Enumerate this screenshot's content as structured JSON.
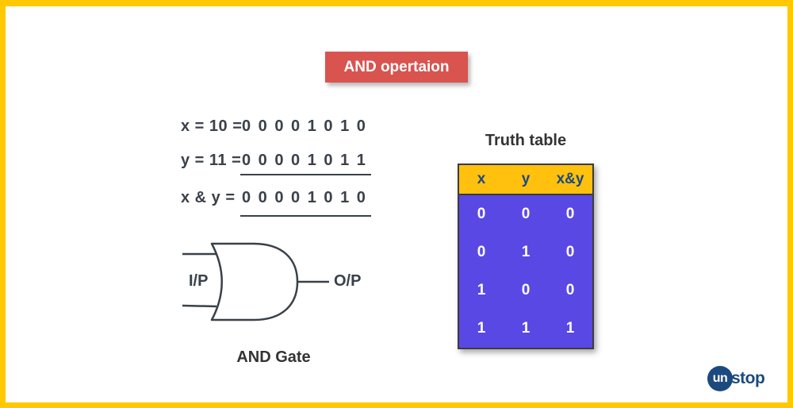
{
  "colors": {
    "frame_yellow": "#FFC800",
    "banner_red": "#D9534F",
    "table_header_yellow": "#FFC10D",
    "table_body_purple": "#5A48E4",
    "brand_navy": "#1C4980",
    "ink": "#3A4149"
  },
  "banner": {
    "label": "AND opertaion"
  },
  "equations": {
    "line1": {
      "label": "x = 10 =",
      "binary": "0 0 0 0 1 0 1 0"
    },
    "line2": {
      "label": "y = 11 =",
      "binary": "0 0 0 0 1 0 1 1"
    },
    "line3": {
      "label": "x & y =",
      "binary": "0 0 0 0 1 0 1 0"
    }
  },
  "gate": {
    "input_label": "I/P",
    "output_label": "O/P",
    "caption": "AND Gate"
  },
  "truth_table": {
    "title": "Truth table",
    "headers": [
      "x",
      "y",
      "x&y"
    ],
    "rows": [
      [
        "0",
        "0",
        "0"
      ],
      [
        "0",
        "1",
        "0"
      ],
      [
        "1",
        "0",
        "0"
      ],
      [
        "1",
        "1",
        "1"
      ]
    ]
  },
  "logo": {
    "prefix": "un",
    "suffix": "stop"
  }
}
